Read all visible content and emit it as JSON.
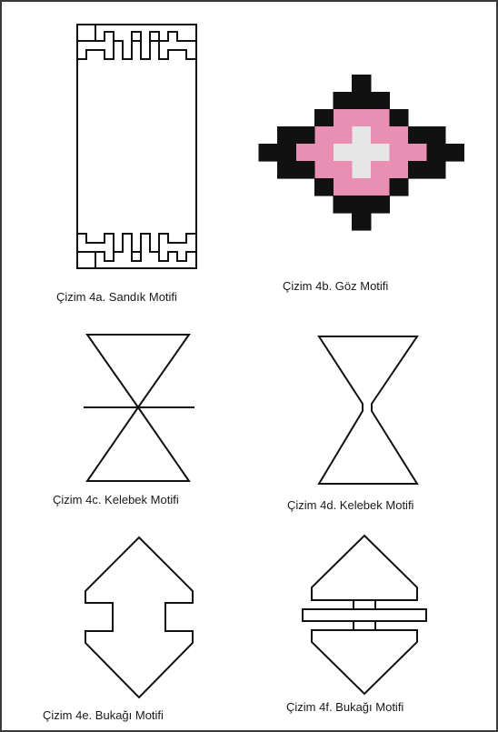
{
  "captions": {
    "sandik": "Çizim 4a. Sandık Motifi",
    "goz": "Çizim 4b. Göz Motifi",
    "kelebek_c": "Çizim 4c. Kelebek Motifi",
    "kelebek_d": "Çizim 4d. Kelebek Motifi",
    "bukagi_e": "Çizim 4e. Bukağı Motifi",
    "bukagi_f": "Çizim 4f. Bukağı Motifi"
  },
  "colors": {
    "line": "#111111",
    "goz_outer": "#111111",
    "goz_middle": "#e98fb3",
    "goz_inner": "#e6e6e6",
    "frame": "#3a3a3a"
  }
}
